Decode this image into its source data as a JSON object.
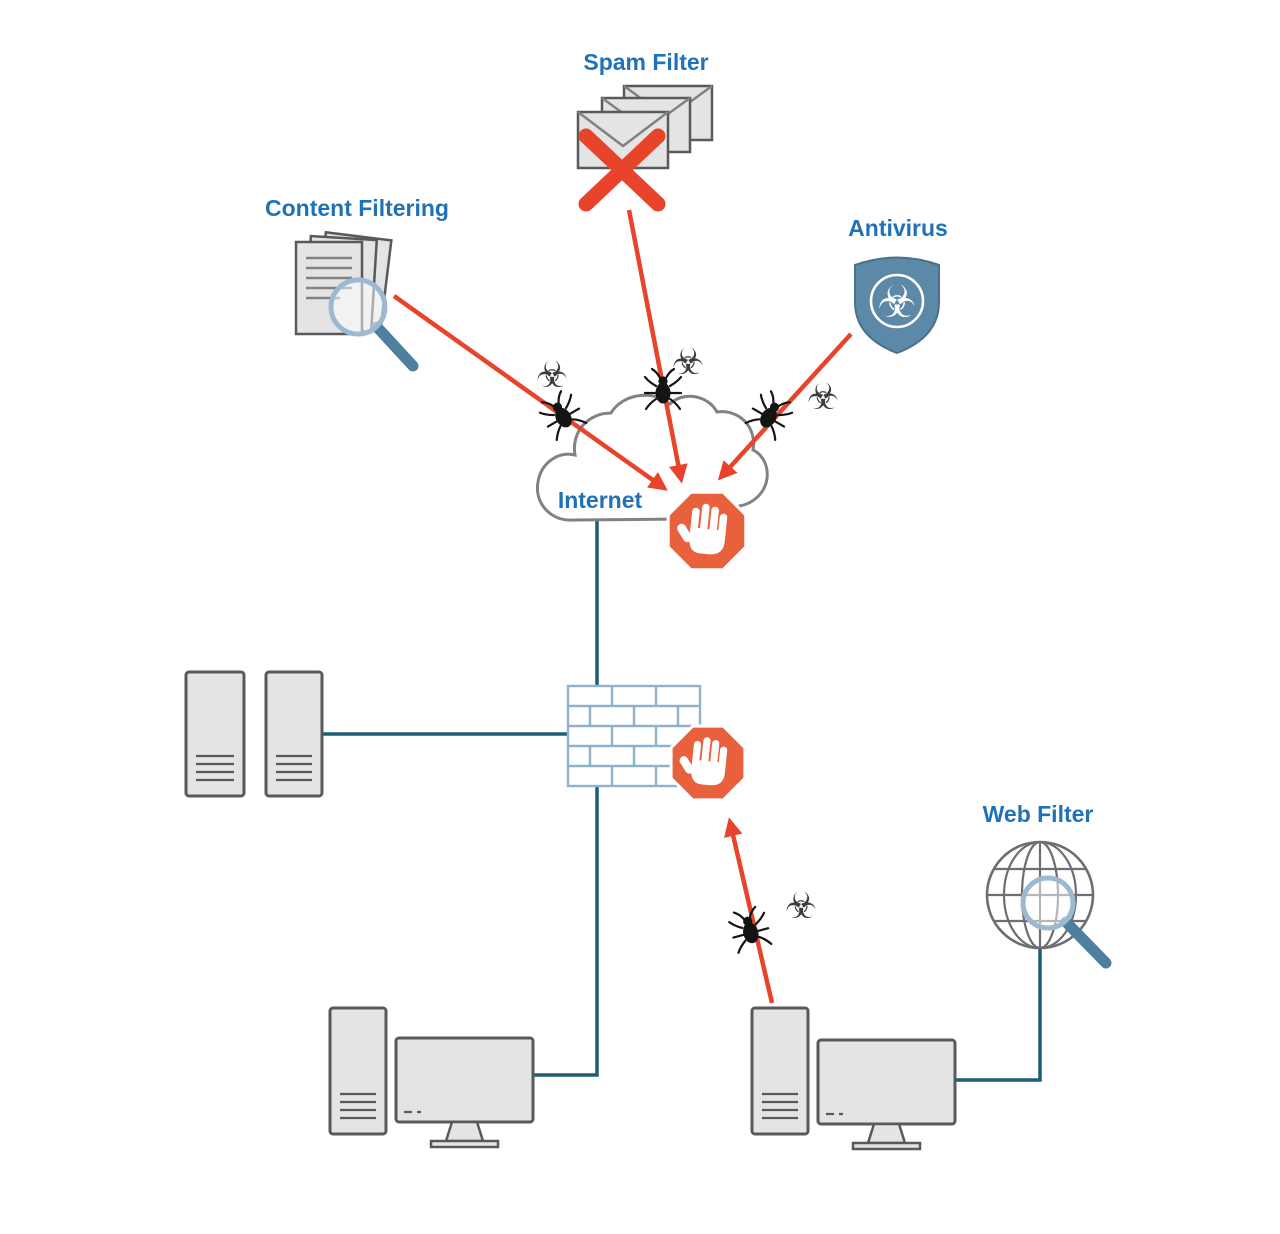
{
  "diagram": {
    "labels": {
      "spam_filter": "Spam Filter",
      "content_filtering": "Content Filtering",
      "antivirus": "Antivirus",
      "internet": "Internet",
      "web_filter": "Web Filter"
    },
    "icons": {
      "spam": "blocked-email-stack-icon",
      "content": "documents-with-magnifier-icon",
      "antivirus": "shield-biohazard-icon",
      "web": "globe-with-magnifier-icon",
      "threat": "malware-bug-icon",
      "hazard": "biohazard-icon",
      "blocked": "stop-hand-octagon-icon",
      "biohazard_glyph": "☣"
    },
    "colors": {
      "label_blue": "#1f72b8",
      "threat_red": "#e8432b",
      "stop_orange": "#e8603c",
      "line_teal": "#1d5d77",
      "icon_gray": "#58595b",
      "fill_gray": "#e4e4e4",
      "brick_blue": "#8fb3cc",
      "shield_blue": "#5d89a8",
      "magnifier_handle": "#4e7f9c",
      "globe_gray": "#6d6e71"
    }
  }
}
